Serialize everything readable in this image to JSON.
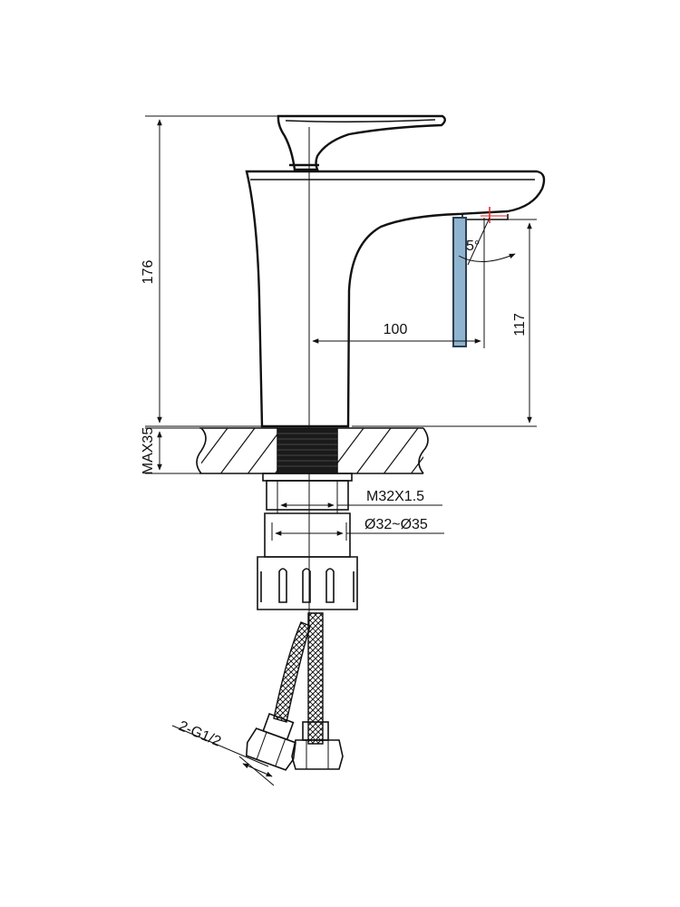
{
  "dimensions": {
    "total_height": "176",
    "spout_height": "117",
    "spout_reach": "100",
    "max_deck_thickness": "MAX35",
    "thread": "M32X1.5",
    "hole_diameter": "Ø32~Ø35",
    "hose_connection": "2-G1/2",
    "spout_angle": "5°"
  },
  "colors": {
    "line": "#111111",
    "water_stream": "#8fb4d0",
    "water_stream_outline": "#2c3e50",
    "marker": "#e02020"
  }
}
